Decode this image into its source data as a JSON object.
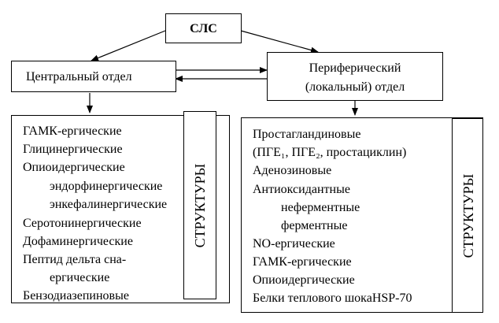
{
  "root": {
    "label": "СЛС"
  },
  "central": {
    "label": "Центральный отдел"
  },
  "peripheral": {
    "line1": "Периферический",
    "line2": "(локальный) отдел"
  },
  "left_list": {
    "structures_label": "СТРУКТУРЫ",
    "items": [
      "ГАМК-ергические",
      "Глицинергические",
      "Опиоидергические",
      "эндорфинергические",
      "энкефалинергические",
      "Серотонинергические",
      "Дофаминергические",
      "Пептид дельта сна-",
      "ергические",
      "Бензодиазепиновые"
    ]
  },
  "right_list": {
    "structures_label": "СТРУКТУРЫ",
    "items": [
      "Простагландиновые",
      "(ПГЕ₁, ПГЕ₂, простациклин)",
      "Аденозиновые",
      "Антиоксидантные",
      "неферментные",
      "ферментные",
      "NO-ергические",
      "ГАМК-ергические",
      "Опиоидергические",
      "Белки теплового шокаHSP-70"
    ]
  }
}
